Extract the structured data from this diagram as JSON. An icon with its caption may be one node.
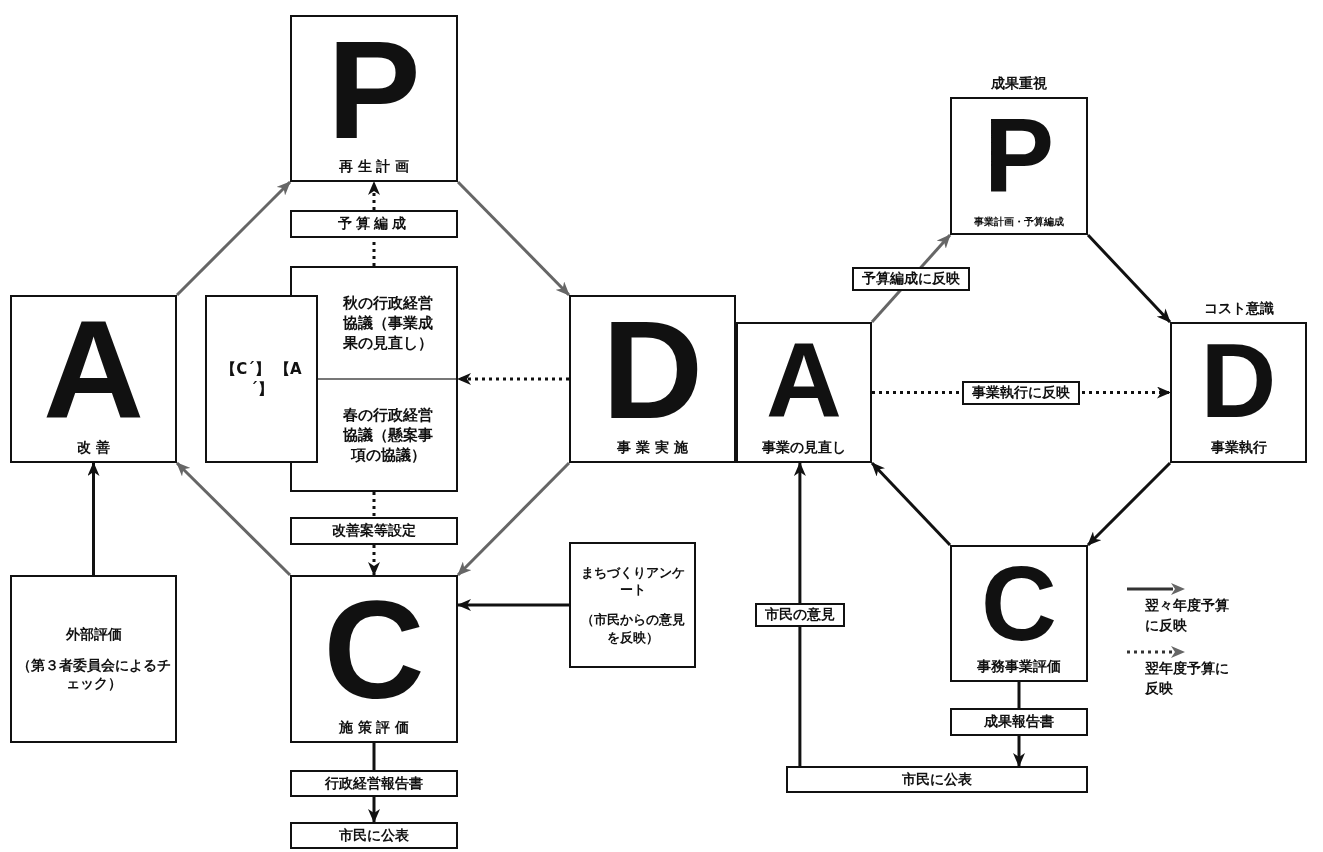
{
  "diagram": {
    "nodes": [
      {
        "text": [
          "P",
          "再生計画"
        ]
      },
      {
        "text": [
          "成果重視",
          "P",
          "事業計画・予算編成"
        ]
      },
      {
        "text": [
          "予算編成"
        ]
      },
      {
        "text": [
          "A",
          "改善"
        ]
      },
      {
        "text": [
          "【C´】 【A´】"
        ]
      },
      {
        "text": [
          "秋の行政経営協議（事業成果の見直し）",
          "春の行政経営協議（懸案事項の協議）"
        ]
      },
      {
        "text": [
          "D",
          "事業実施"
        ]
      },
      {
        "text": [
          "A",
          "事業の見直し"
        ]
      },
      {
        "text": [
          "コスト意識",
          "D",
          "事業執行"
        ]
      },
      {
        "text": [
          "改善案等設定"
        ]
      },
      {
        "text": [
          "外部評価",
          "（第３者委員会によるチェック）"
        ]
      },
      {
        "text": [
          "C",
          "施策評価"
        ]
      },
      {
        "text": [
          "まちづくりアンケート",
          "（市民からの意見を反映）"
        ]
      },
      {
        "text": [
          "C",
          "事務事業評価"
        ]
      },
      {
        "text": [
          "成果報告書"
        ]
      },
      {
        "text": [
          "市民に公表"
        ]
      },
      {
        "text": [
          "行政経営報告書"
        ]
      },
      {
        "text": [
          "市民に公表"
        ]
      }
    ],
    "edges": [
      {
        "from": 3,
        "to": 0,
        "arrow": "to",
        "color": "#666666"
      },
      {
        "from": 0,
        "to": 6,
        "arrow": "to",
        "color": "#666666"
      },
      {
        "from": 6,
        "to": 11,
        "arrow": "to",
        "color": "#666666"
      },
      {
        "from": 11,
        "to": 3,
        "arrow": "to",
        "color": "#666666"
      },
      {
        "from": 6,
        "to": 5,
        "arrow": "to",
        "style": "dashed"
      },
      {
        "from": 5,
        "to": 2,
        "arrow": "none",
        "style": "dashed"
      },
      {
        "from": 2,
        "to": 0,
        "arrow": "to",
        "style": "dashed"
      },
      {
        "from": 5,
        "to": 9,
        "arrow": "none",
        "style": "dashed"
      },
      {
        "from": 9,
        "to": 11,
        "arrow": "to",
        "style": "dashed"
      },
      {
        "from": 10,
        "to": 3,
        "arrow": "to"
      },
      {
        "from": 12,
        "to": 11,
        "arrow": "to"
      },
      {
        "from": 11,
        "to": 16,
        "arrow": "none"
      },
      {
        "from": 16,
        "to": 17,
        "arrow": "to"
      },
      {
        "from": 7,
        "to": 1,
        "arrow": "to",
        "color": "#666666",
        "label": "予算編成に反映"
      },
      {
        "from": 1,
        "to": 8,
        "arrow": "to"
      },
      {
        "from": 8,
        "to": 13,
        "arrow": "to"
      },
      {
        "from": 13,
        "to": 7,
        "arrow": "to"
      },
      {
        "from": 7,
        "to": 8,
        "arrow": "to",
        "style": "dashed",
        "label": "事業執行に反映"
      },
      {
        "from": 13,
        "to": 14,
        "arrow": "none"
      },
      {
        "from": 14,
        "to": 15,
        "arrow": "to"
      },
      {
        "from": 15,
        "to": 7,
        "arrow": "to",
        "label": "市民の意見"
      }
    ],
    "legend": [
      {
        "text": "翌々年度予算に反映"
      },
      {
        "text": "翌年度予算に反映"
      }
    ]
  }
}
